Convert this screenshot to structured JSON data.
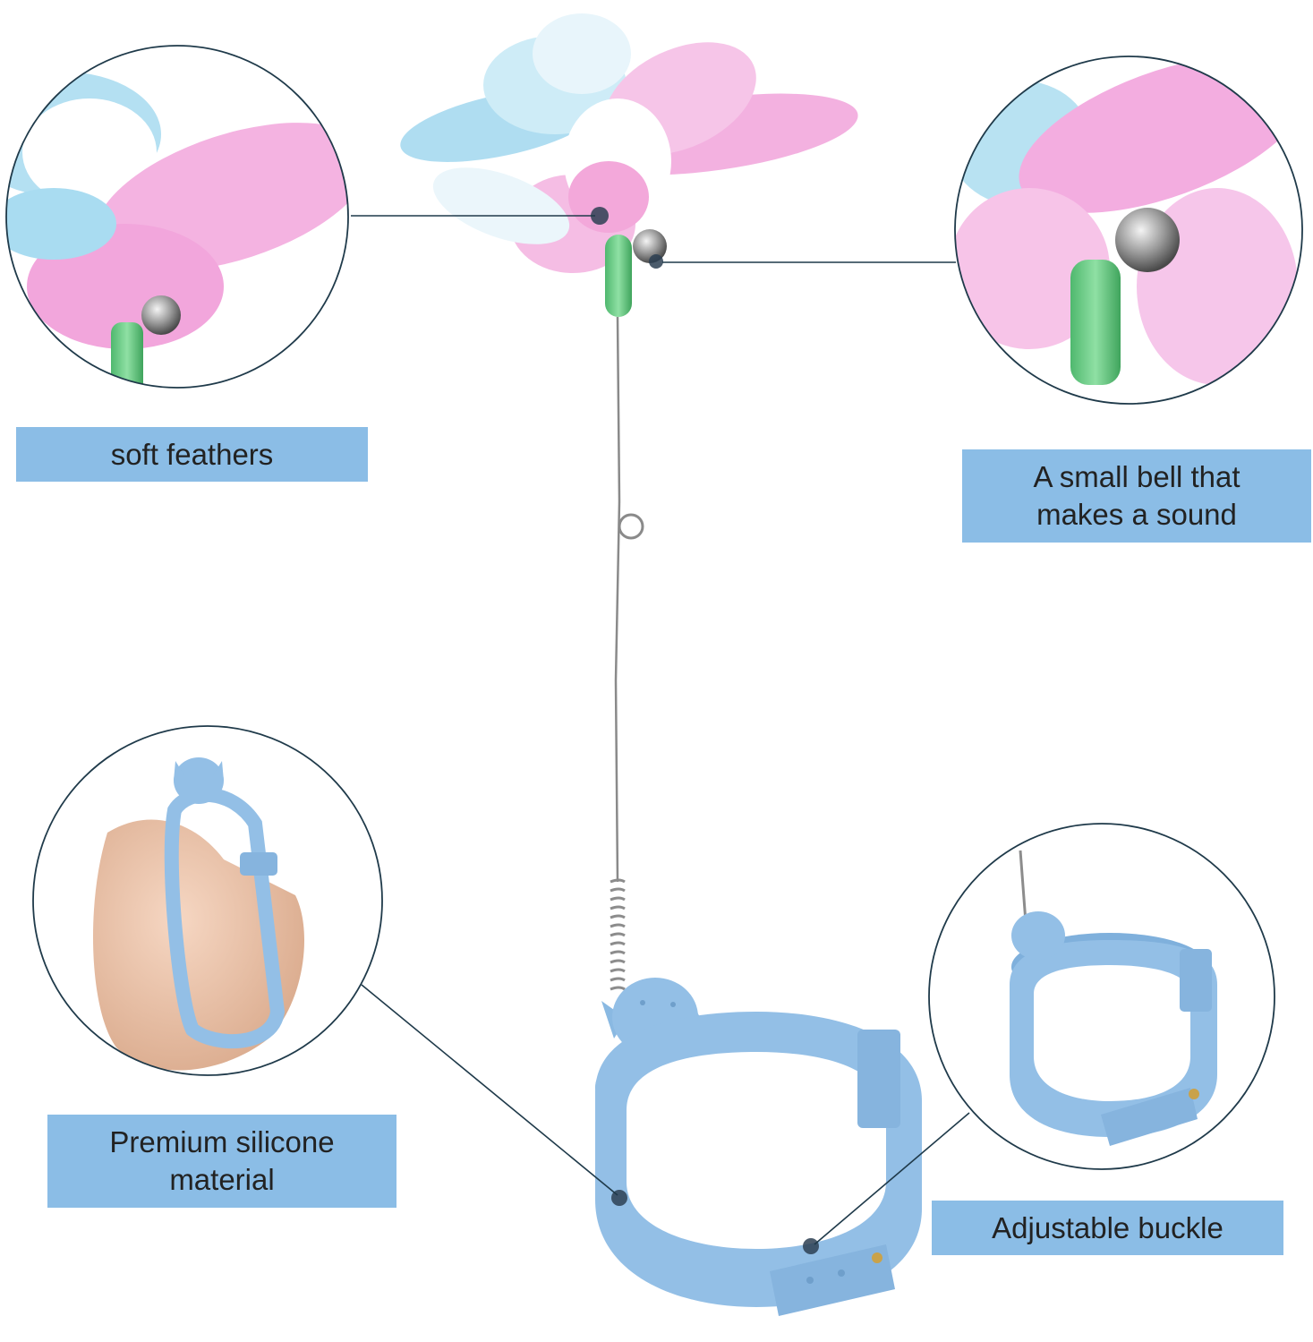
{
  "callouts": {
    "feathers": {
      "line1": "soft feathers"
    },
    "bell": {
      "line1": "A small bell that",
      "line2": "makes a sound"
    },
    "silicone": {
      "line1": "Premium silicone",
      "line2": "material"
    },
    "buckle": {
      "line1": "Adjustable buckle"
    }
  },
  "colors": {
    "label_background": "#8bbde6",
    "label_text": "#222222",
    "bracelet": "#93bfe6",
    "feather_pink": "#f2a9dd",
    "feather_blue": "#a7daf0",
    "stem_green": "#6fd08a",
    "leader_line": "#1f3a4a"
  }
}
